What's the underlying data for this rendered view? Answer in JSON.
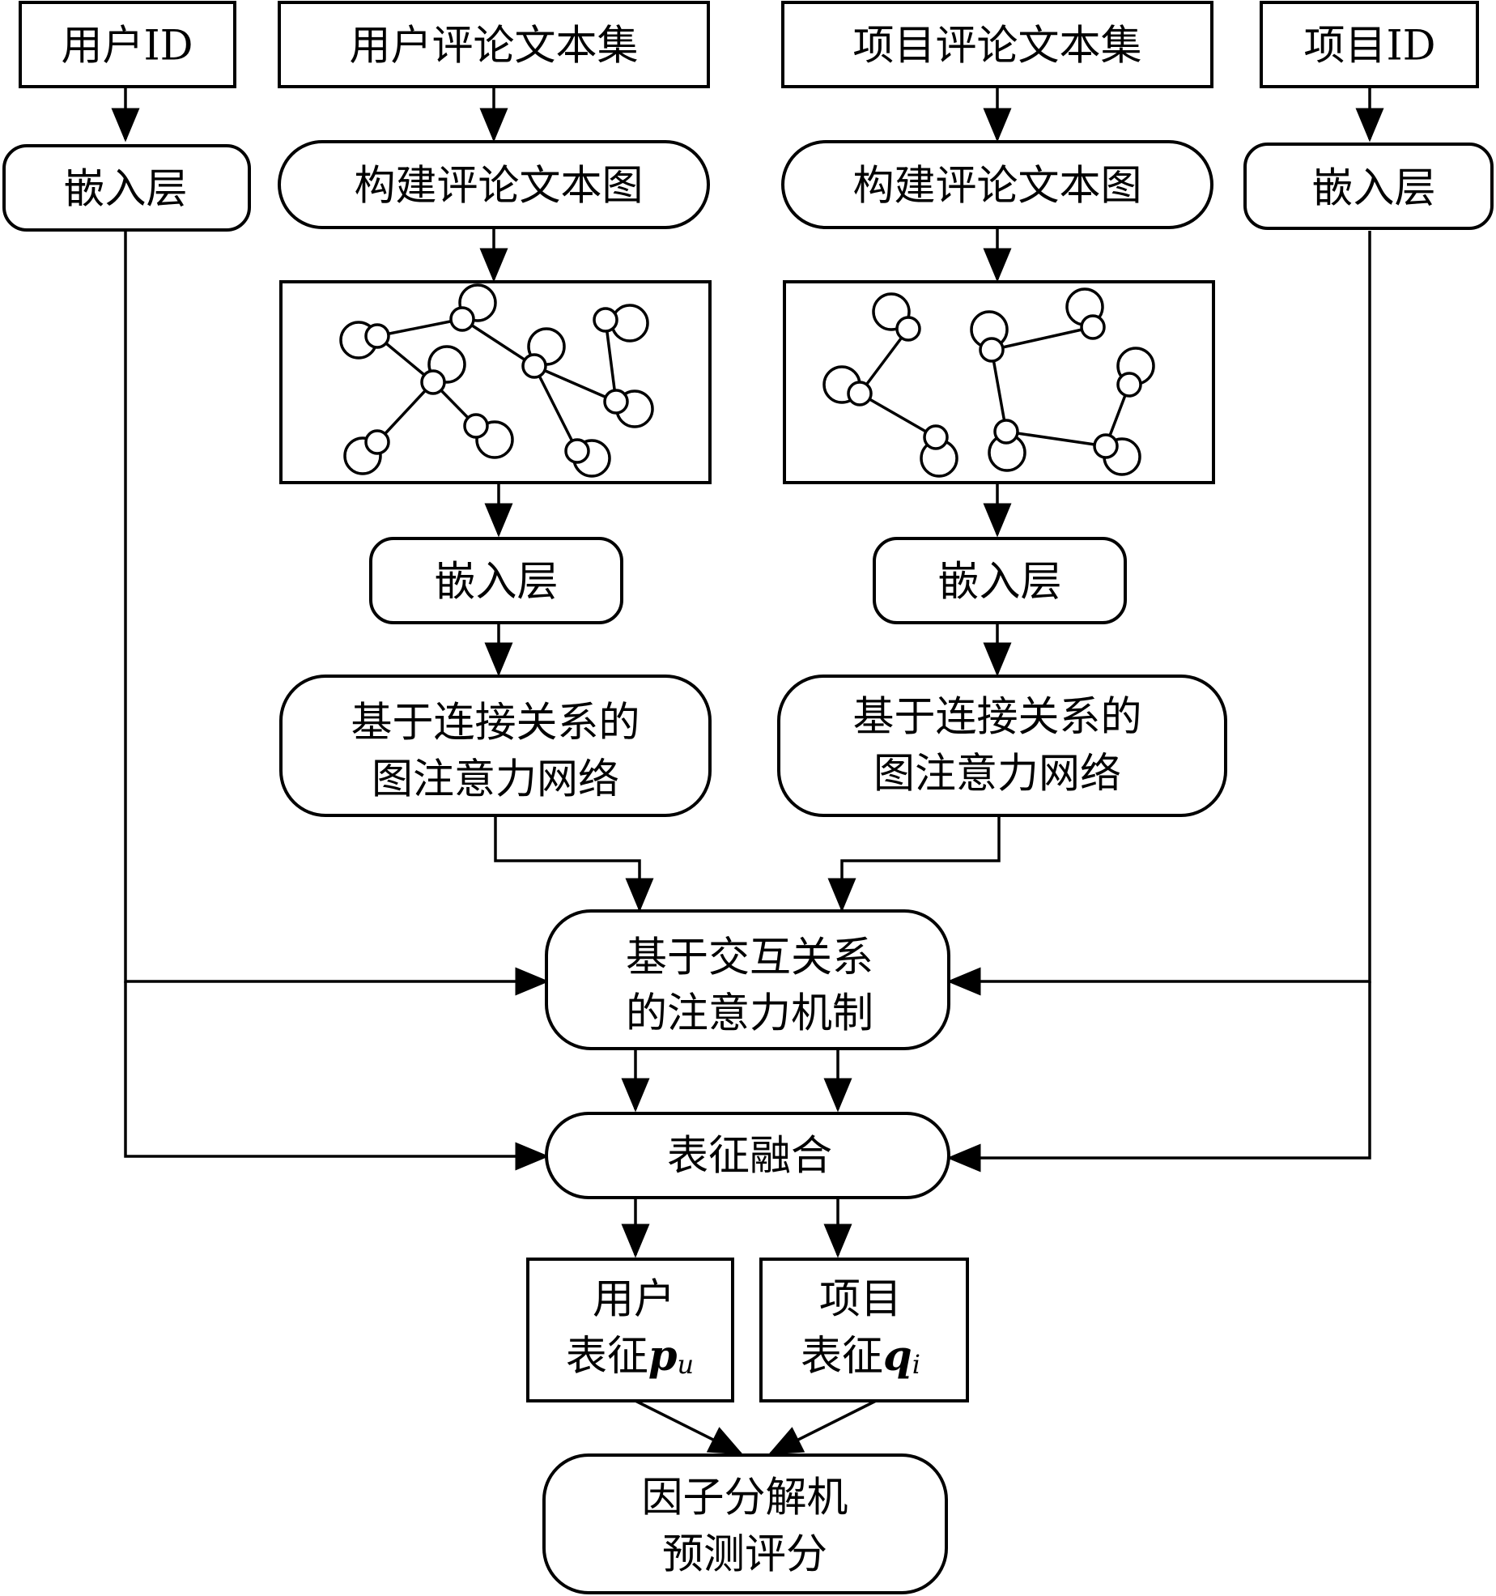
{
  "inputs": {
    "user_id": "用户ID",
    "user_reviews": "用户评论文本集",
    "item_reviews": "项目评论文本集",
    "item_id": "项目ID"
  },
  "user_side": {
    "embedding": "嵌入层",
    "build_graph": "构建评论文本图",
    "graph_embedding": "嵌入层",
    "gat_line1": "基于连接关系的",
    "gat_line2": "图注意力网络"
  },
  "item_side": {
    "embedding": "嵌入层",
    "build_graph": "构建评论文本图",
    "graph_embedding": "嵌入层",
    "gat_line1": "基于连接关系的",
    "gat_line2": "图注意力网络"
  },
  "center": {
    "attention_line1": "基于交互关系",
    "attention_line2": "的注意力机制",
    "fusion": "表征融合"
  },
  "outputs": {
    "user_line1": "用户",
    "user_line2": "表征",
    "user_symbol": "p",
    "user_subscript": "u",
    "item_line1": "项目",
    "item_line2": "表征",
    "item_symbol": "q",
    "item_subscript": "i"
  },
  "prediction": {
    "line1": "因子分解机",
    "line2": "预测评分"
  },
  "colors": {
    "stroke": "#000000",
    "background": "#ffffff"
  }
}
